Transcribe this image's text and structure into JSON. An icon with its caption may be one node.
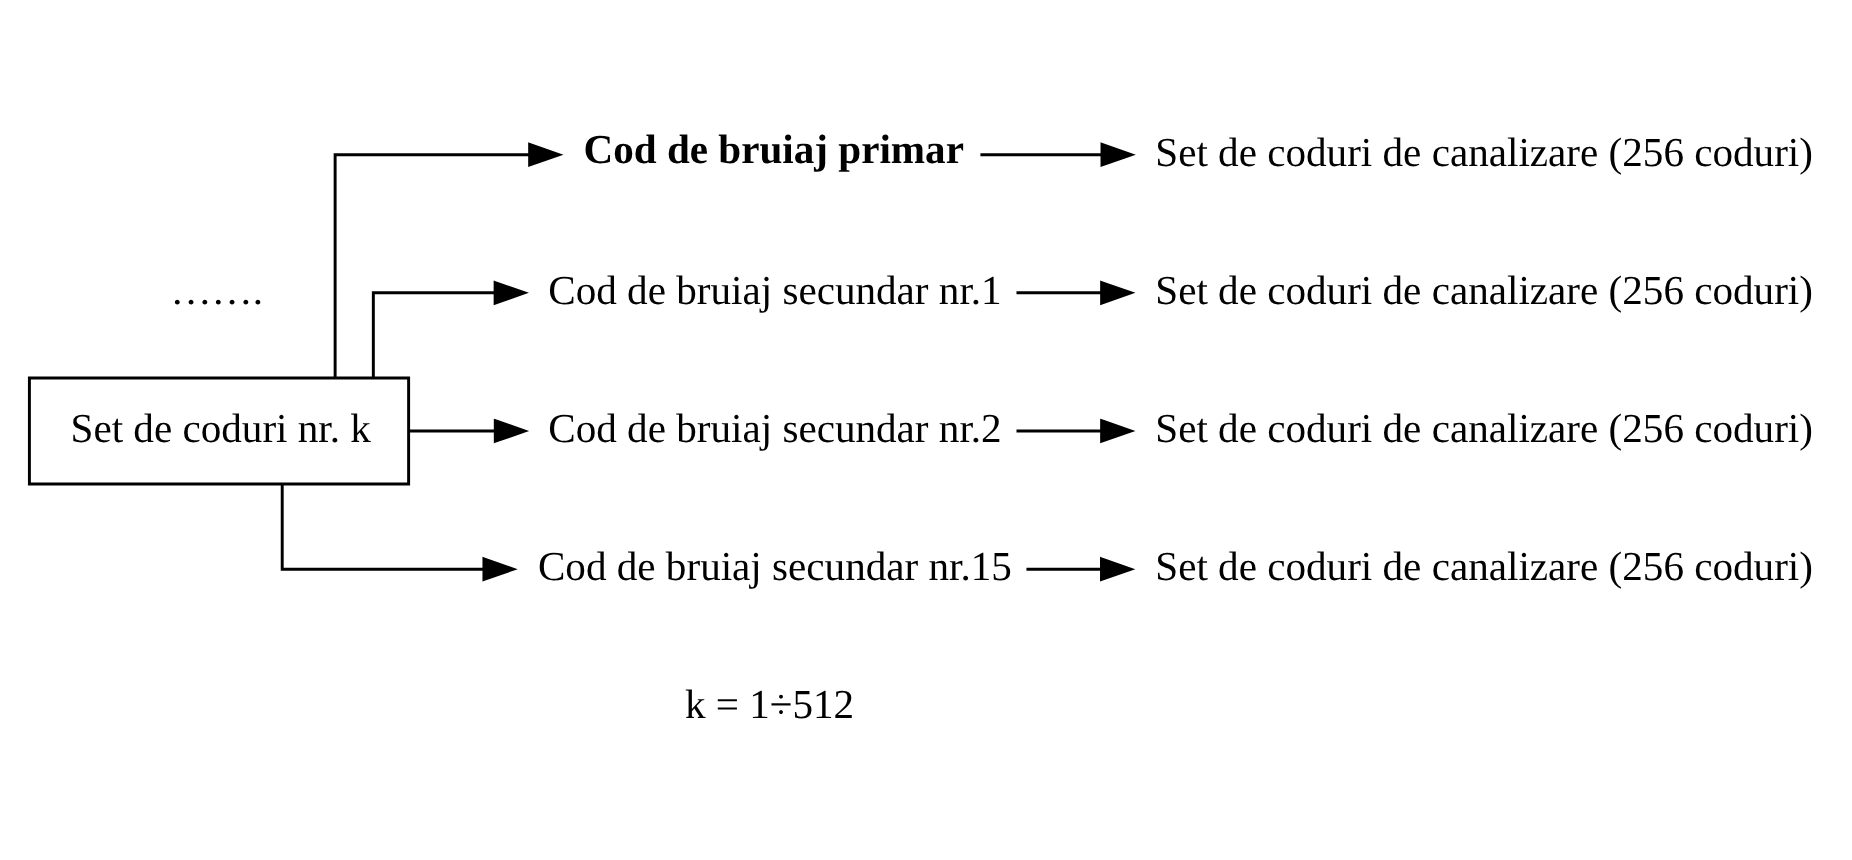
{
  "diagram": {
    "nodes": [
      {
        "text": [
          "Set de coduri nr. k"
        ]
      },
      {
        "text": [
          "Cod de bruiaj primar"
        ]
      },
      {
        "text": [
          "Set de coduri de canalizare (256 coduri)"
        ]
      },
      {
        "text": [
          "Cod de bruiaj secundar nr.1"
        ]
      },
      {
        "text": [
          "Set de coduri de canalizare (256 coduri)"
        ]
      },
      {
        "text": [
          "Cod de bruiaj secundar nr.2"
        ]
      },
      {
        "text": [
          "Set de coduri de canalizare (256 coduri)"
        ]
      },
      {
        "text": [
          "Cod de bruiaj secundar nr.15"
        ]
      },
      {
        "text": [
          "Set de coduri de canalizare (256 coduri)"
        ]
      }
    ],
    "edges": [
      {
        "from": 0,
        "to": 1,
        "arrow": "to"
      },
      {
        "from": 0,
        "to": 3,
        "arrow": "to"
      },
      {
        "from": 0,
        "to": 5,
        "arrow": "to"
      },
      {
        "from": 0,
        "to": 7,
        "arrow": "to"
      },
      {
        "from": 1,
        "to": 2,
        "arrow": "to"
      },
      {
        "from": 3,
        "to": 4,
        "arrow": "to"
      },
      {
        "from": 5,
        "to": 6,
        "arrow": "to"
      },
      {
        "from": 7,
        "to": 8,
        "arrow": "to"
      }
    ],
    "labels": [
      "k = 1÷512",
      "……."
    ]
  }
}
